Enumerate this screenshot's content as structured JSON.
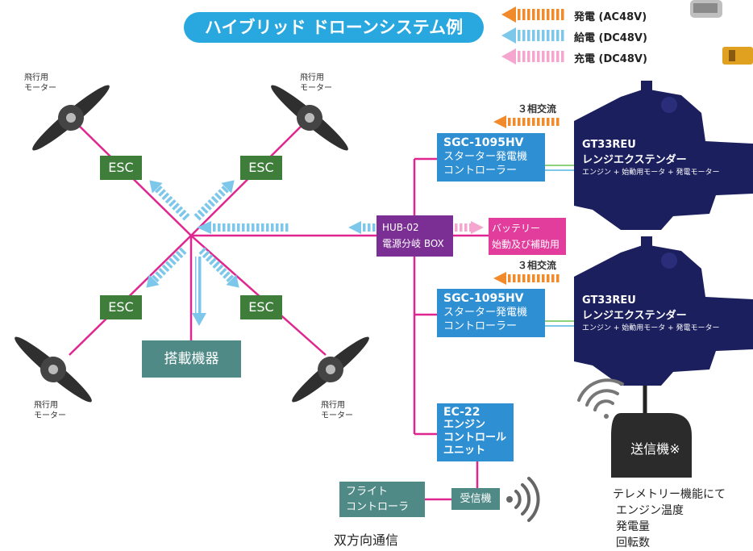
{
  "title": "ハイブリッド ドローンシステム例",
  "legend": [
    {
      "label": "発電 (AC48V)",
      "color": "#f08a2a"
    },
    {
      "label": "給電 (DC48V)",
      "color": "#7cc7ea"
    },
    {
      "label": "充電 (DC48V)",
      "color": "#f4a6cf"
    }
  ],
  "motors": {
    "top_left": [
      "飛行用",
      "モーター"
    ],
    "top_right": [
      "飛行用",
      "モーター"
    ],
    "bottom_left": [
      "飛行用",
      "モーター"
    ],
    "bottom_right": [
      "飛行用",
      "モーター"
    ]
  },
  "esc_label": "ESC",
  "payload": "搭載機器",
  "hub": {
    "line1": "HUB-02",
    "line2": "電源分岐 BOX"
  },
  "battery": {
    "line1": "バッテリー",
    "line2": "始動及び補助用"
  },
  "controllers": [
    {
      "model": "SGC-1095HV",
      "line1": "スターター発電機",
      "line2": "コントローラー"
    },
    {
      "model": "SGC-1095HV",
      "line1": "スターター発電機",
      "line2": "コントローラー"
    }
  ],
  "ac_label": "３相交流",
  "generators": [
    {
      "model": "GT33REU",
      "name": "レンジエクステンダー",
      "desc": "エンジン + 始動用モータ + 発電モーター"
    },
    {
      "model": "GT33REU",
      "name": "レンジエクステンダー",
      "desc": "エンジン + 始動用モータ + 発電モーター"
    }
  ],
  "ecu": {
    "model": "EC-22",
    "line1": "エンジン",
    "line2": "コントロール",
    "line3": "ユニット"
  },
  "flight_controller": {
    "line1": "フライト",
    "line2": "コントローラー"
  },
  "receiver": "受信機",
  "transmitter": "送信機※",
  "bidirectional": "双方向通信",
  "telemetry": [
    "テレメトリー機能にて",
    "エンジン温度",
    "発電量",
    "回転数"
  ],
  "colors": {
    "wire": "#e0268f",
    "esc": "#3f7d3b",
    "controller": "#2f8fd3",
    "hub": "#7b2f95",
    "battery": "#e23c9c",
    "teal": "#4f8a87",
    "navy": "#1c1f5e",
    "title": "#29a8e0"
  }
}
